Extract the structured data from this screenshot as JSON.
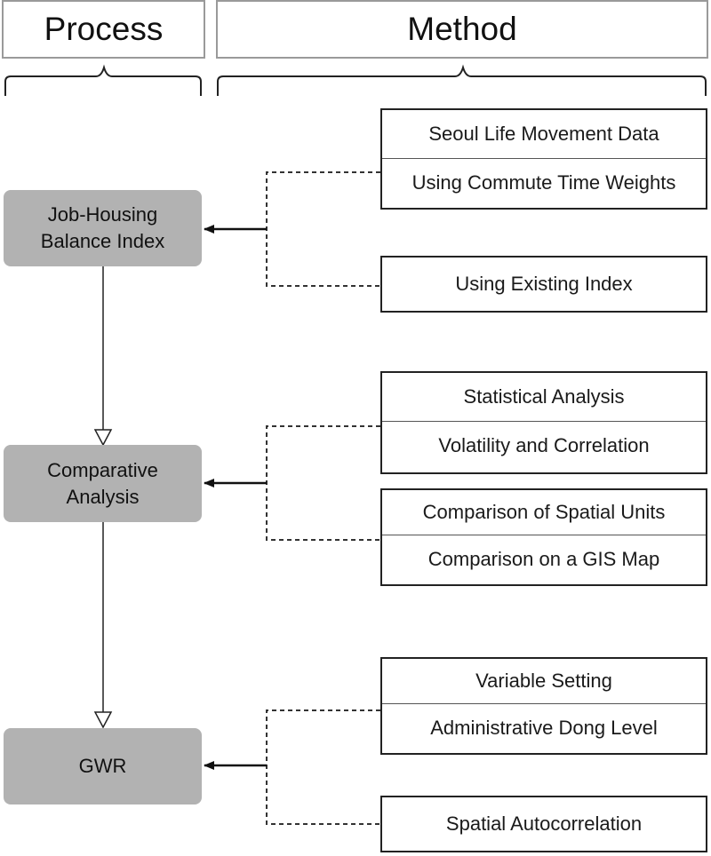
{
  "headers": {
    "process": "Process",
    "method": "Method"
  },
  "process_steps": [
    {
      "lines": [
        "Job-Housing",
        "Balance Index"
      ]
    },
    {
      "lines": [
        "Comparative",
        "Analysis"
      ]
    },
    {
      "lines": [
        "GWR"
      ]
    }
  ],
  "method_groups": [
    {
      "boxes": [
        {
          "lines": [
            "Seoul Life Movement Data",
            "Using Commute Time Weights"
          ]
        },
        {
          "lines": [
            "Using Existing Index"
          ]
        }
      ]
    },
    {
      "boxes": [
        {
          "lines": [
            "Statistical Analysis",
            "Volatility and Correlation"
          ]
        },
        {
          "lines": [
            "Comparison of Spatial Units",
            "Comparison on a GIS Map"
          ]
        }
      ]
    },
    {
      "boxes": [
        {
          "lines": [
            "Variable Setting",
            "Administrative Dong Level"
          ]
        },
        {
          "lines": [
            "Spatial Autocorrelation"
          ]
        }
      ]
    }
  ]
}
